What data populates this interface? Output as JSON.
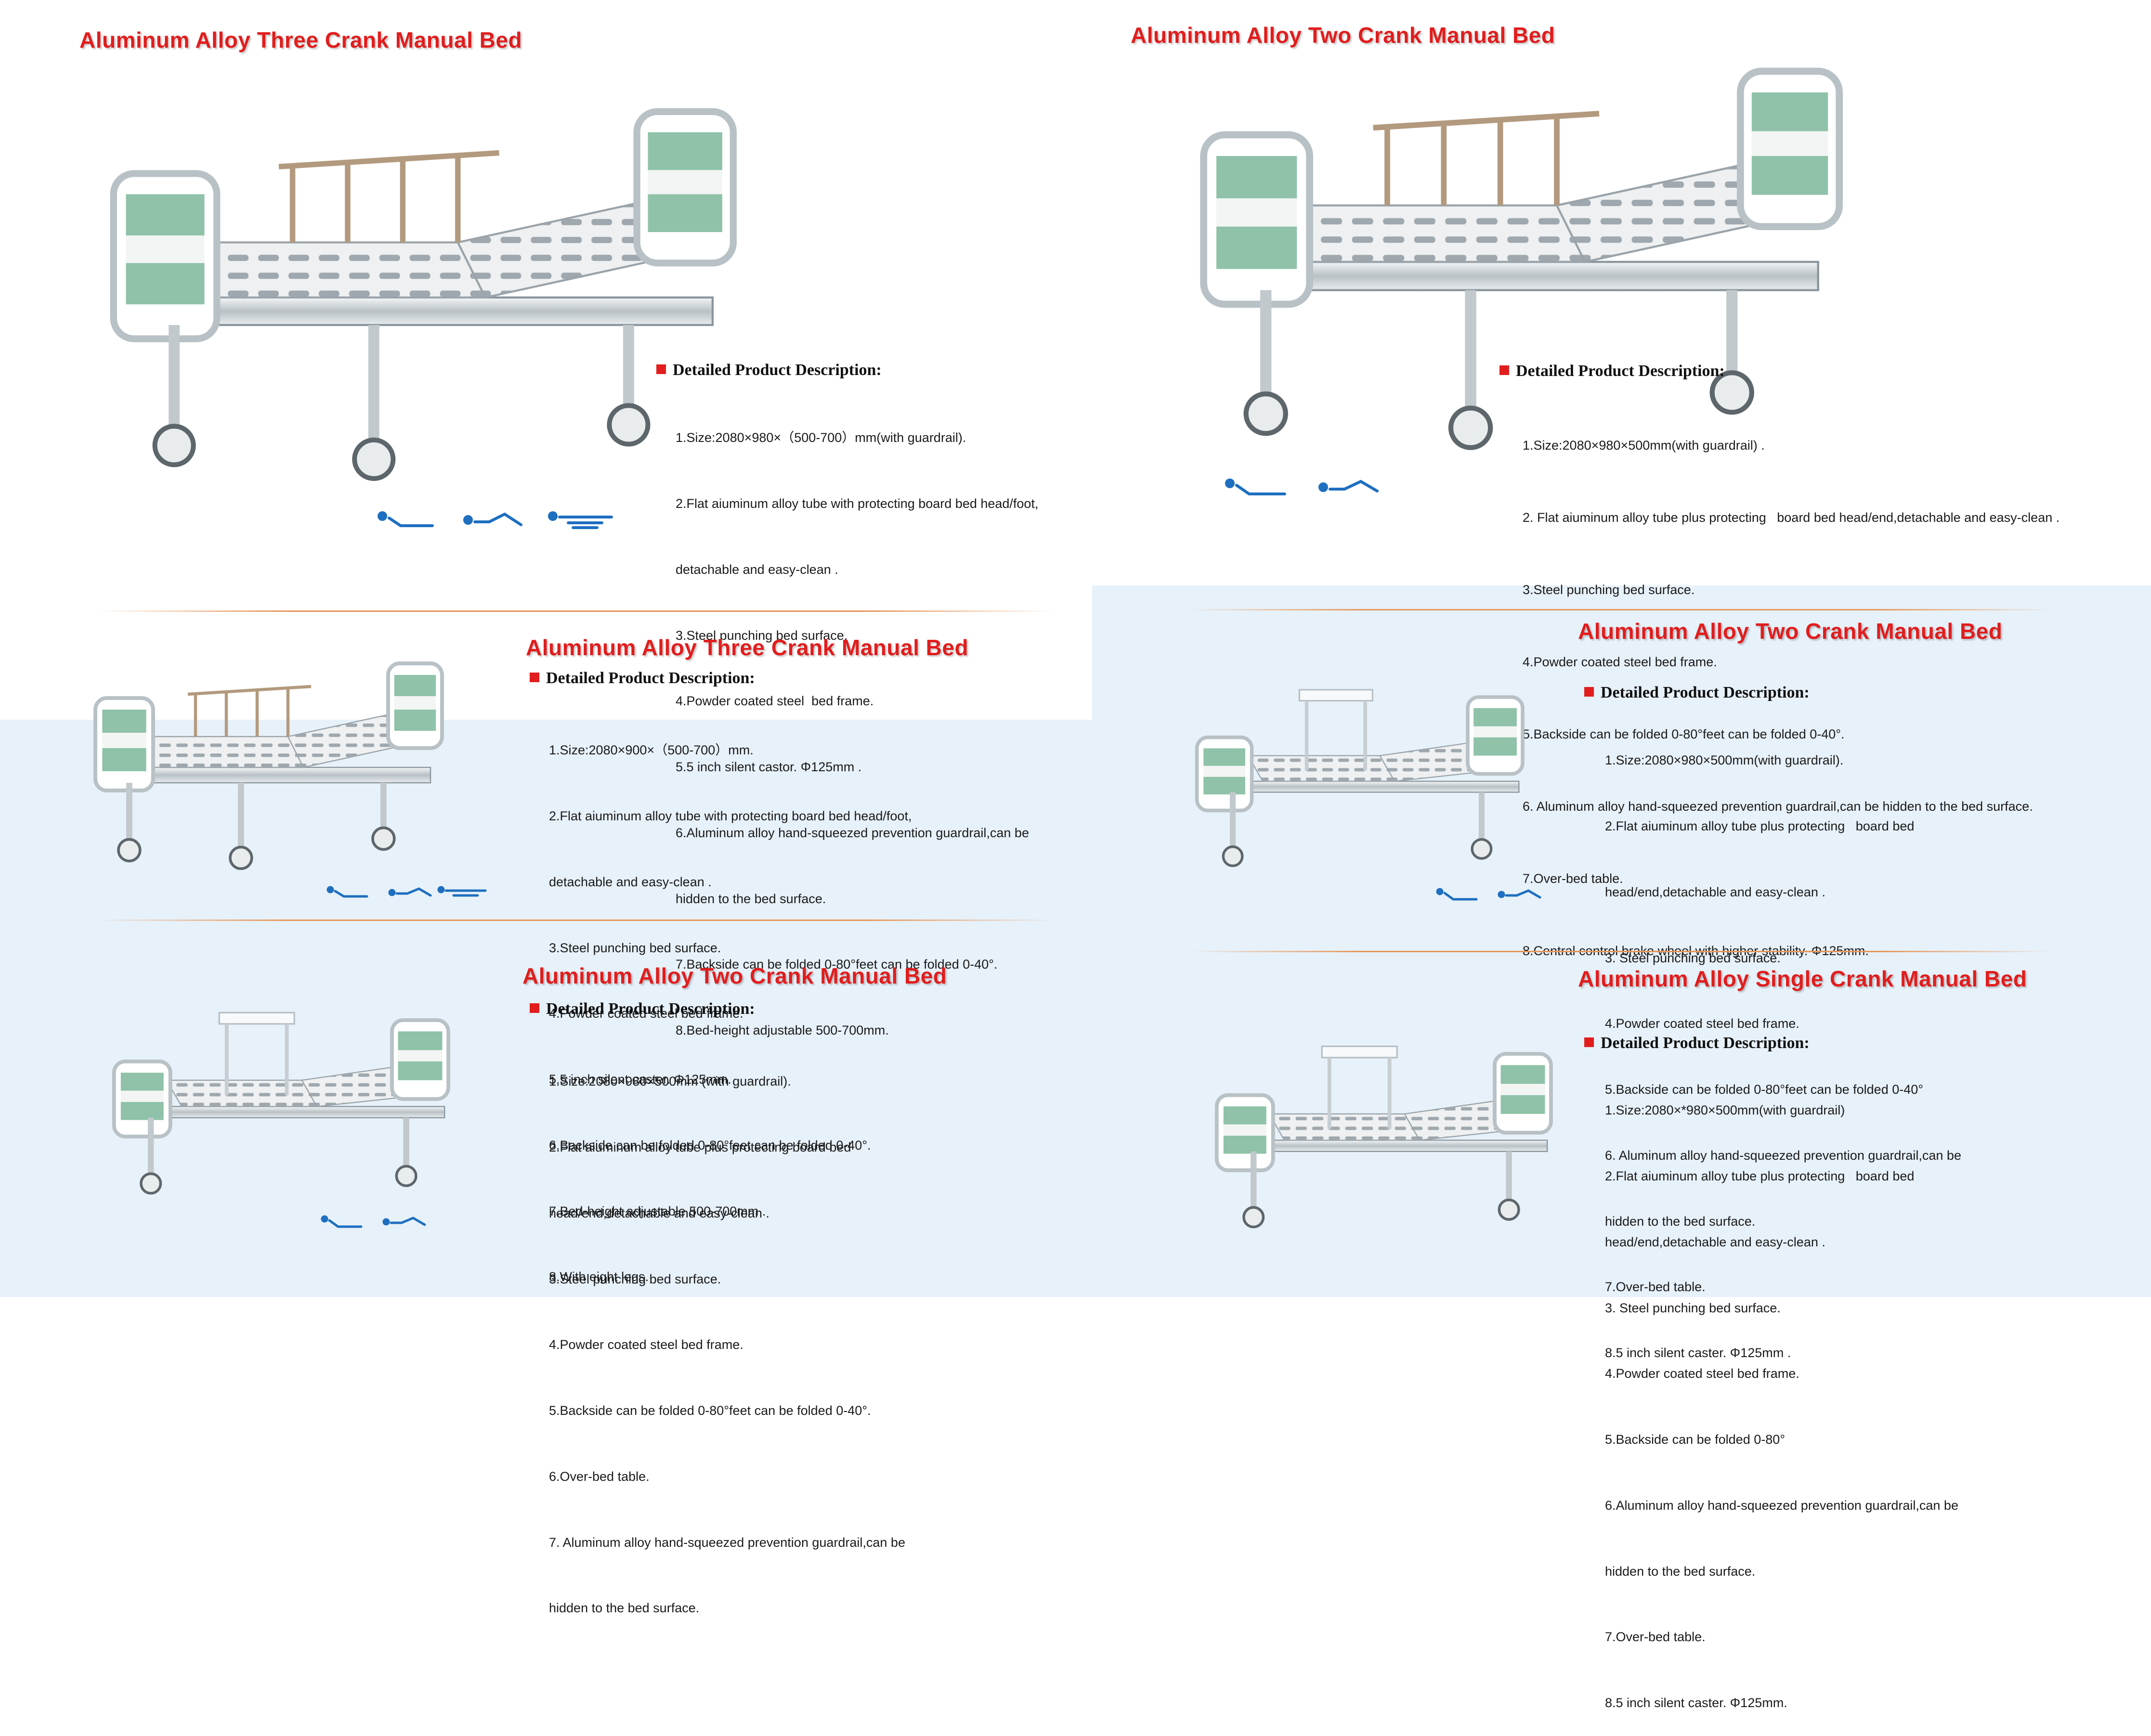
{
  "sections": [
    {
      "title": "Aluminum Alloy Three Crank Manual Bed",
      "heading": "Detailed Product Description:",
      "lines": [
        "1.Size:2080×980×（500-700）mm(with guardrail).",
        "2.Flat aiuminum alloy tube with protecting board bed head/foot,",
        "detachable and easy-clean .",
        "3.Steel punching bed surface.",
        "4.Powder coated steel  bed frame.",
        "5.5 inch silent castor. Φ125mm .",
        "6.Aluminum alloy hand-squeezed prevention guardrail,can be",
        "hidden to the bed surface.",
        "7.Backside can be folded 0-80°feet can be folded 0-40°.",
        "8.Bed-height adjustable 500-700mm."
      ]
    },
    {
      "title": "Aluminum Alloy Two Crank Manual Bed",
      "heading": "Detailed Product Description:",
      "lines": [
        "1.Size:2080×980×500mm(with guardrail) .",
        "2. Flat aiuminum alloy tube plus protecting   board bed head/end,detachable and easy-clean .",
        "3.Steel punching bed surface.",
        "4.Powder coated steel bed frame.",
        "5.Backside can be folded 0-80°feet can be folded 0-40°.",
        "6. Aluminum alloy hand-squeezed prevention guardrail,can be hidden to the bed surface.",
        "7.Over-bed table.",
        "8.Central control brake wheel with higher stability. Φ125mm."
      ]
    },
    {
      "title": "Aluminum Alloy Three Crank Manual Bed",
      "heading": "Detailed Product Description:",
      "lines": [
        "1.Size:2080×900×（500-700）mm.",
        "2.Flat aiuminum alloy tube with protecting board bed head/foot,",
        "detachable and easy-clean .",
        "3.Steel punching bed surface.",
        "4.Powder coated steel bed frame.",
        "5.5 inch silent caster. Φ125mm.",
        "6.Backside can be folded 0-80°feet can be folded 0-40°.",
        "7.Bed-height adjustable 500-700mm .",
        "8.With eight legs."
      ]
    },
    {
      "title": "Aluminum Alloy Two Crank Manual Bed",
      "heading": "Detailed Product Description:",
      "lines": [
        "1.Size:2080×980×500mm(with guardrail).",
        "2.Flat aiuminum alloy tube plus protecting   board bed",
        "head/end,detachable and easy-clean .",
        "3. Steel punching bed surface.",
        "4.Powder coated steel bed frame.",
        "5.Backside can be folded 0-80°feet can be folded 0-40°",
        "6. Aluminum alloy hand-squeezed prevention guardrail,can be",
        "hidden to the bed surface.",
        "7.Over-bed table.",
        "8.5 inch silent caster. Φ125mm ."
      ]
    },
    {
      "title": "Aluminum Alloy Two Crank Manual Bed",
      "heading": "Detailed Product Description:",
      "lines": [
        "1.Size:2080×980×500mm (with guardrail).",
        "2.Flat aiuminum alloy tube plus protecting board bed",
        "head/end,detachable and easy-clean .",
        "3.Steel punching bed surface.",
        "4.Powder coated steel bed frame.",
        "5.Backside can be folded 0-80°feet can be folded 0-40°.",
        "6.Over-bed table.",
        "7. Aluminum alloy hand-squeezed prevention guardrail,can be",
        "hidden to the bed surface."
      ]
    },
    {
      "title": "Aluminum Alloy Single Crank Manual Bed",
      "heading": "Detailed Product Description:",
      "lines": [
        "1.Size:2080×*980×500mm(with guardrail)",
        "2.Flat aiuminum alloy tube plus protecting   board bed",
        "head/end,detachable and easy-clean .",
        "3. Steel punching bed surface.",
        "4.Powder coated steel bed frame.",
        "5.Backside can be folded 0-80°",
        "6.Aluminum alloy hand-squeezed prevention guardrail,can be",
        "hidden to the bed surface.",
        "7.Over-bed table.",
        "8.5 inch silent caster. Φ125mm."
      ]
    }
  ],
  "colors": {
    "title_red": "#e11d1d",
    "panel_green": "#8fc2a8",
    "icon_blue": "#1e6fc0",
    "bg_blue": "#e7f1f9"
  }
}
